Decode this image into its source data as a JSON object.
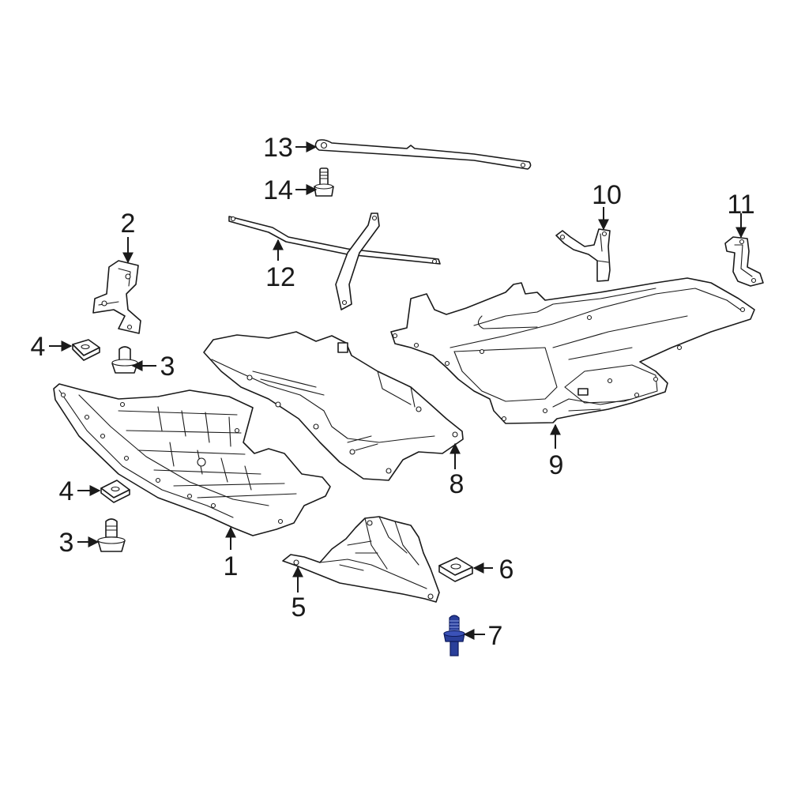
{
  "diagram": {
    "callouts": {
      "c1": "1",
      "c2": "2",
      "c3a": "3",
      "c3b": "3",
      "c4a": "4",
      "c4b": "4",
      "c5": "5",
      "c6": "6",
      "c7": "7",
      "c8": "8",
      "c9": "9",
      "c10": "10",
      "c11": "11",
      "c12": "12",
      "c13": "13",
      "c14": "14"
    },
    "colors": {
      "line": "#1a1a1a",
      "highlight_part": "#2a3f9a",
      "background": "#ffffff"
    },
    "highlighted_part": "7"
  }
}
